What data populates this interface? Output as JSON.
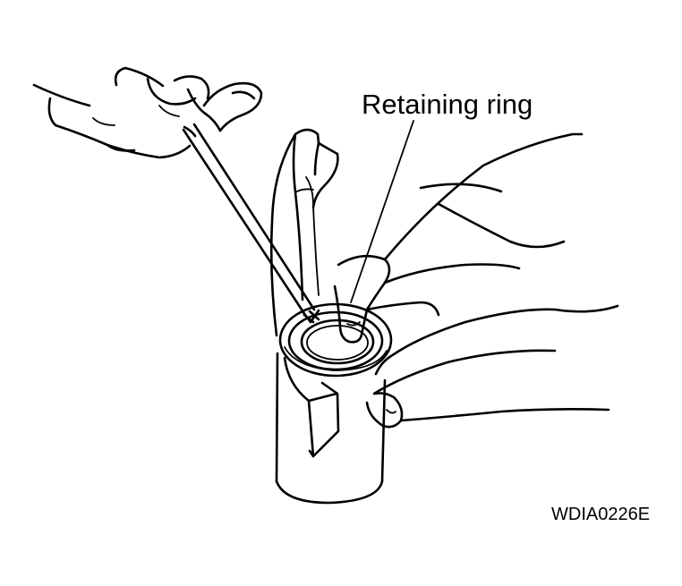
{
  "figure": {
    "callout_label": "Retaining ring",
    "figure_code": "WDIA0226E"
  },
  "icons": {
    "illustration": "shift-fork-retaining-ring-removal-illustration"
  },
  "colors": {
    "ink": "#000000",
    "paper": "#ffffff"
  }
}
